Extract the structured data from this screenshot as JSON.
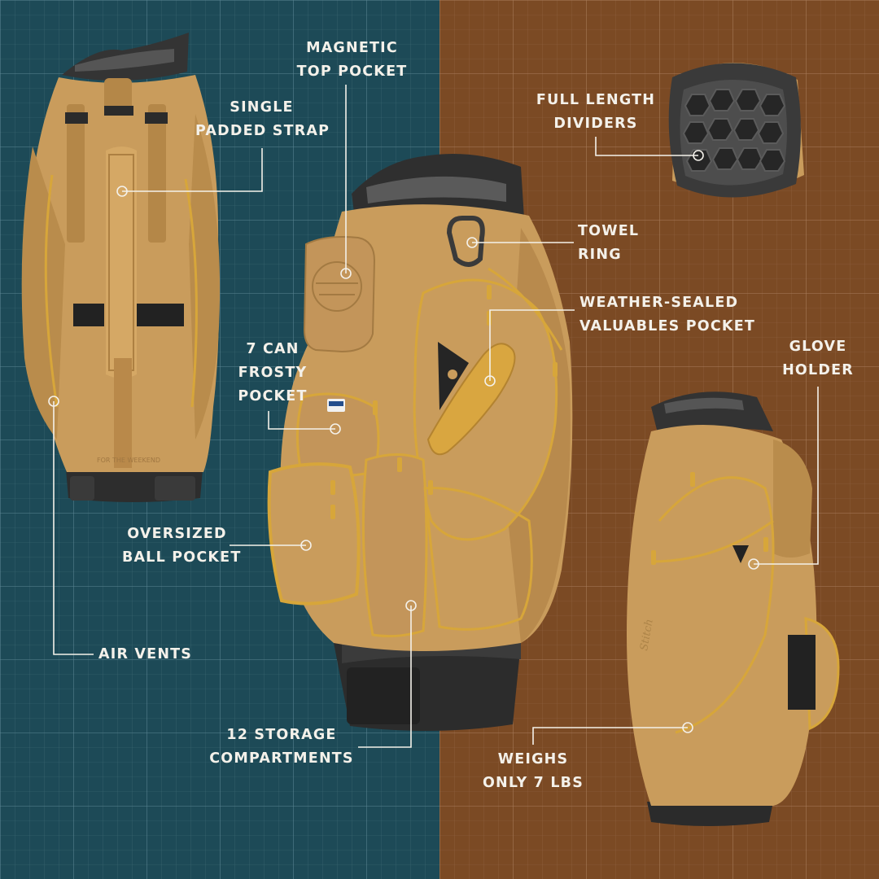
{
  "colors": {
    "left_bg": "#1d4a57",
    "right_bg": "#7b4a24",
    "bag_tan": "#c99c5c",
    "bag_shadow": "#a97c42",
    "zipper_gold": "#d7a63a",
    "trim_black": "#2b2b2b",
    "label_white": "#f4f1ea"
  },
  "callouts": [
    {
      "id": "magnetic-top-pocket",
      "lines": [
        "MAGNETIC",
        "TOP POCKET"
      ]
    },
    {
      "id": "single-padded-strap",
      "lines": [
        "SINGLE",
        "PADDED STRAP"
      ]
    },
    {
      "id": "full-length-dividers",
      "lines": [
        "FULL LENGTH",
        "DIVIDERS"
      ]
    },
    {
      "id": "towel-ring",
      "lines": [
        "TOWEL",
        "RING"
      ]
    },
    {
      "id": "weather-sealed-pocket",
      "lines": [
        "WEATHER-SEALED",
        "VALUABLES POCKET"
      ]
    },
    {
      "id": "seven-can-frosty-pocket",
      "lines": [
        "7 CAN",
        "FROSTY",
        "POCKET"
      ]
    },
    {
      "id": "glove-holder",
      "lines": [
        "GLOVE",
        "HOLDER"
      ]
    },
    {
      "id": "oversized-ball-pocket",
      "lines": [
        "OVERSIZED",
        "BALL POCKET"
      ]
    },
    {
      "id": "air-vents",
      "lines": [
        "AIR VENTS"
      ]
    },
    {
      "id": "storage-compartments",
      "lines": [
        "12 STORAGE",
        "COMPARTMENTS"
      ]
    },
    {
      "id": "weighs-only",
      "lines": [
        "WEIGHS",
        "ONLY 7 LBS"
      ]
    }
  ],
  "bag_prints": {
    "back_bag_base_text": "FOR THE WEEKEND",
    "side_bag_logo": "Stitch"
  }
}
